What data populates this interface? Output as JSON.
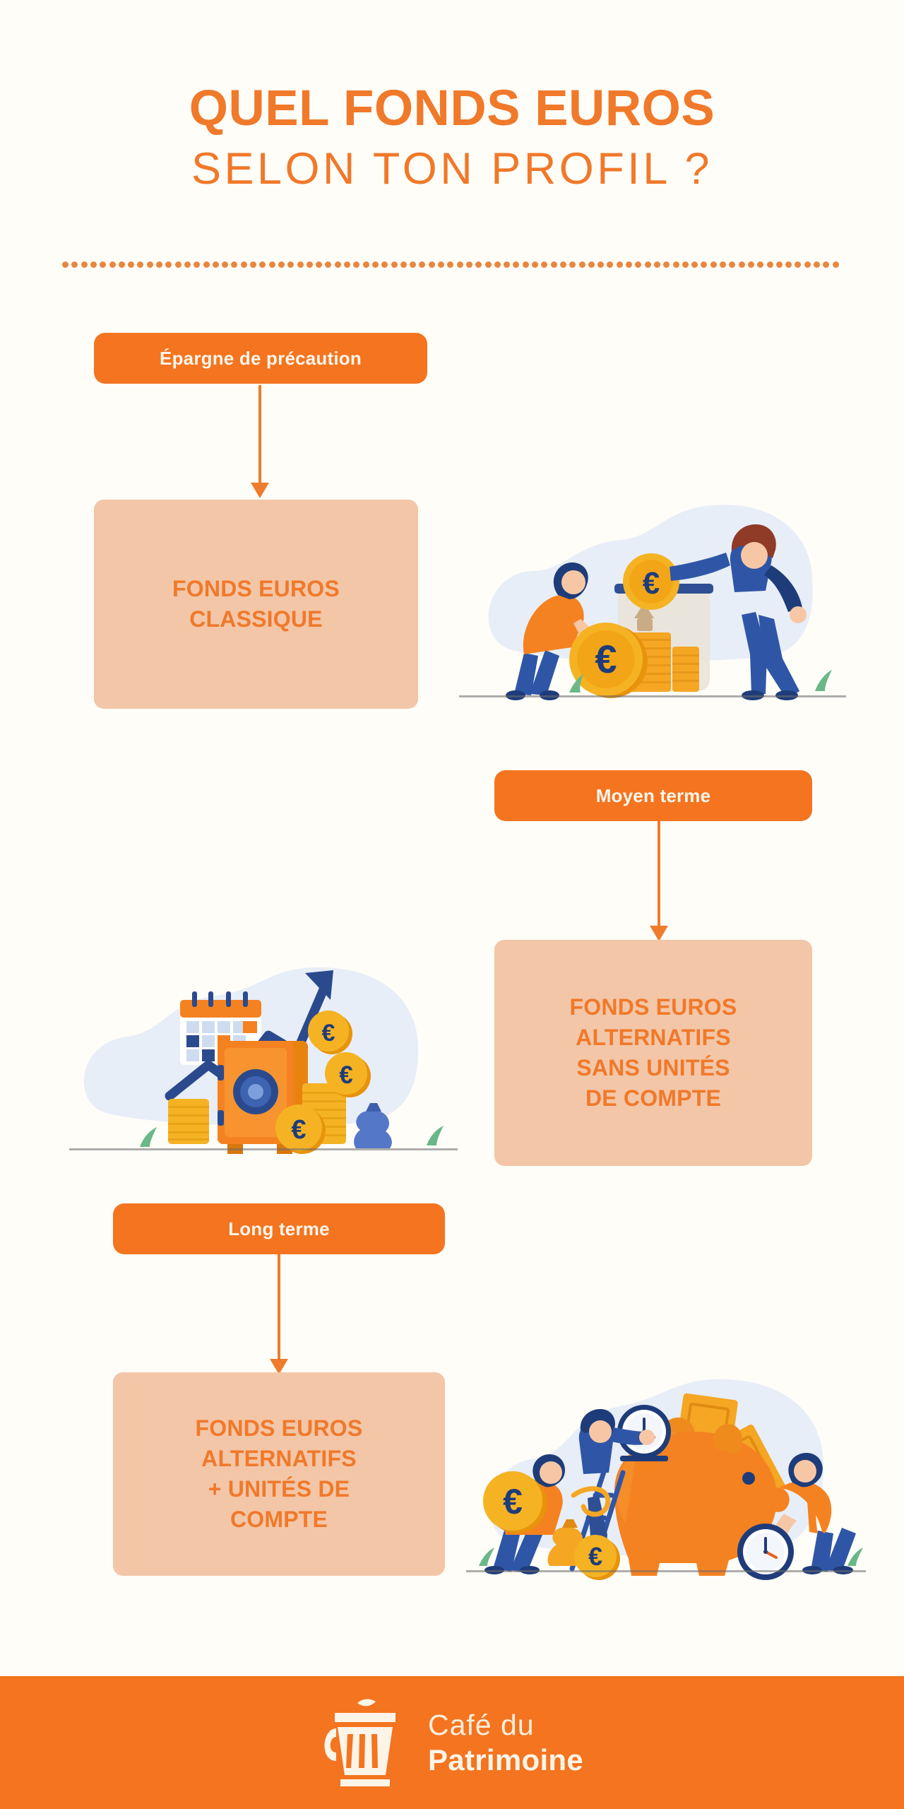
{
  "header": {
    "title_line1": "QUEL FONDS EUROS",
    "title_line2": "SELON TON PROFIL ?"
  },
  "colors": {
    "background": "#fefdf8",
    "accent_orange": "#f4741f",
    "title_orange": "#f0792a",
    "card_fill": "#f3c6a8",
    "card_text": "#f0792a",
    "pill_text": "#fdf6ec",
    "divider_dot": "#e8863f",
    "illustration_blob": "#e8eef7",
    "illustration_blue": "#2f56a6",
    "illustration_dark_blue": "#1f3c7a",
    "illustration_orange": "#f58220",
    "illustration_gold": "#f5b324"
  },
  "sections": [
    {
      "pill_label": "Épargne de précaution",
      "card_label": "FONDS EUROS\nCLASSIQUE",
      "illustration_name": "savings-jar-couple-illustration"
    },
    {
      "pill_label": "Moyen terme",
      "card_label": "FONDS EUROS\nALTERNATIFS\nSANS UNITÉS\nDE COMPTE",
      "illustration_name": "safe-calendar-growth-illustration"
    },
    {
      "pill_label": "Long terme",
      "card_label": "FONDS EUROS\nALTERNATIFS\n+ UNITÉS DE\nCOMPTE",
      "illustration_name": "piggy-bank-clocks-illustration"
    }
  ],
  "footer": {
    "brand_line1": "Café du",
    "brand_line2": "Patrimoine",
    "logo_name": "coffee-cup-logo"
  }
}
